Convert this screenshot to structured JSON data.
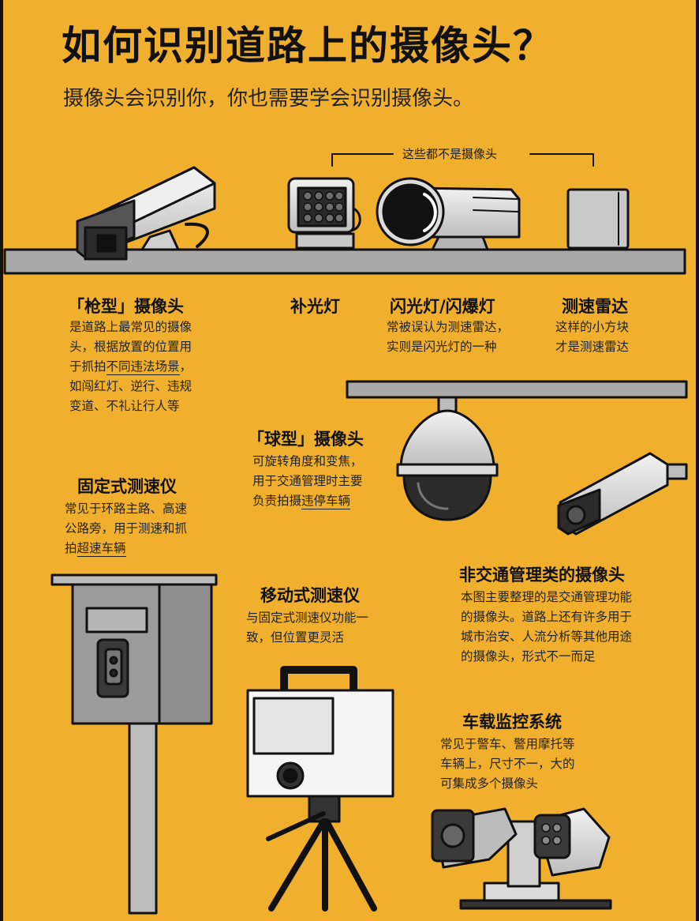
{
  "title": "如何识别道路上的摄像头？",
  "subtitle": "摄像头会识别你，你也需要学会识别摄像头。",
  "bracket_note": "这些都不是摄像头",
  "sections": {
    "gun": {
      "heading": "「枪型」摄像头",
      "lines": [
        "是道路上最常见的摄像",
        "头，根据放置的位置用",
        "于抓拍",
        "不同违法场景",
        "，",
        "如闯红灯、逆行、违规",
        "变道、不礼让行人等"
      ]
    },
    "fill_light": {
      "heading": "补光灯"
    },
    "flash": {
      "heading": "闪光灯/闪爆灯",
      "lines": [
        "常被误认为测速雷达，",
        "实则是闪光灯的一种"
      ]
    },
    "radar": {
      "heading": "测速雷达",
      "lines": [
        "这样的小方块",
        "才是测速雷达"
      ]
    },
    "dome": {
      "heading": "「球型」摄像头",
      "lines": [
        "可旋转角度和变焦，",
        "用于交通管理时主要",
        "负责拍摄",
        "违停车辆"
      ]
    },
    "fixed": {
      "heading": "固定式测速仪",
      "lines": [
        "常见于环路主路、高速",
        "公路旁，用于测速和抓",
        "拍",
        "超速车辆"
      ]
    },
    "mobile": {
      "heading": "移动式测速仪",
      "lines": [
        "与固定式测速仪功能一",
        "致，但位置更灵活"
      ]
    },
    "nontraffic": {
      "heading": "非交通管理类的摄像头",
      "lines": [
        "本图主要整理的是交通管理功能",
        "的摄像头。道路上还有许多用于",
        "城市治安、人流分析等其他用途",
        "的摄像头，形式不一而足"
      ]
    },
    "vehicle": {
      "heading": "车载监控系统",
      "lines": [
        "常见于警车、警用摩托等",
        "车辆上，尺寸不一，大的",
        "可集成多个摄像头"
      ]
    }
  },
  "colors": {
    "background": "#f0b02d",
    "ink": "#111111",
    "metal": "#d9d9d9"
  }
}
